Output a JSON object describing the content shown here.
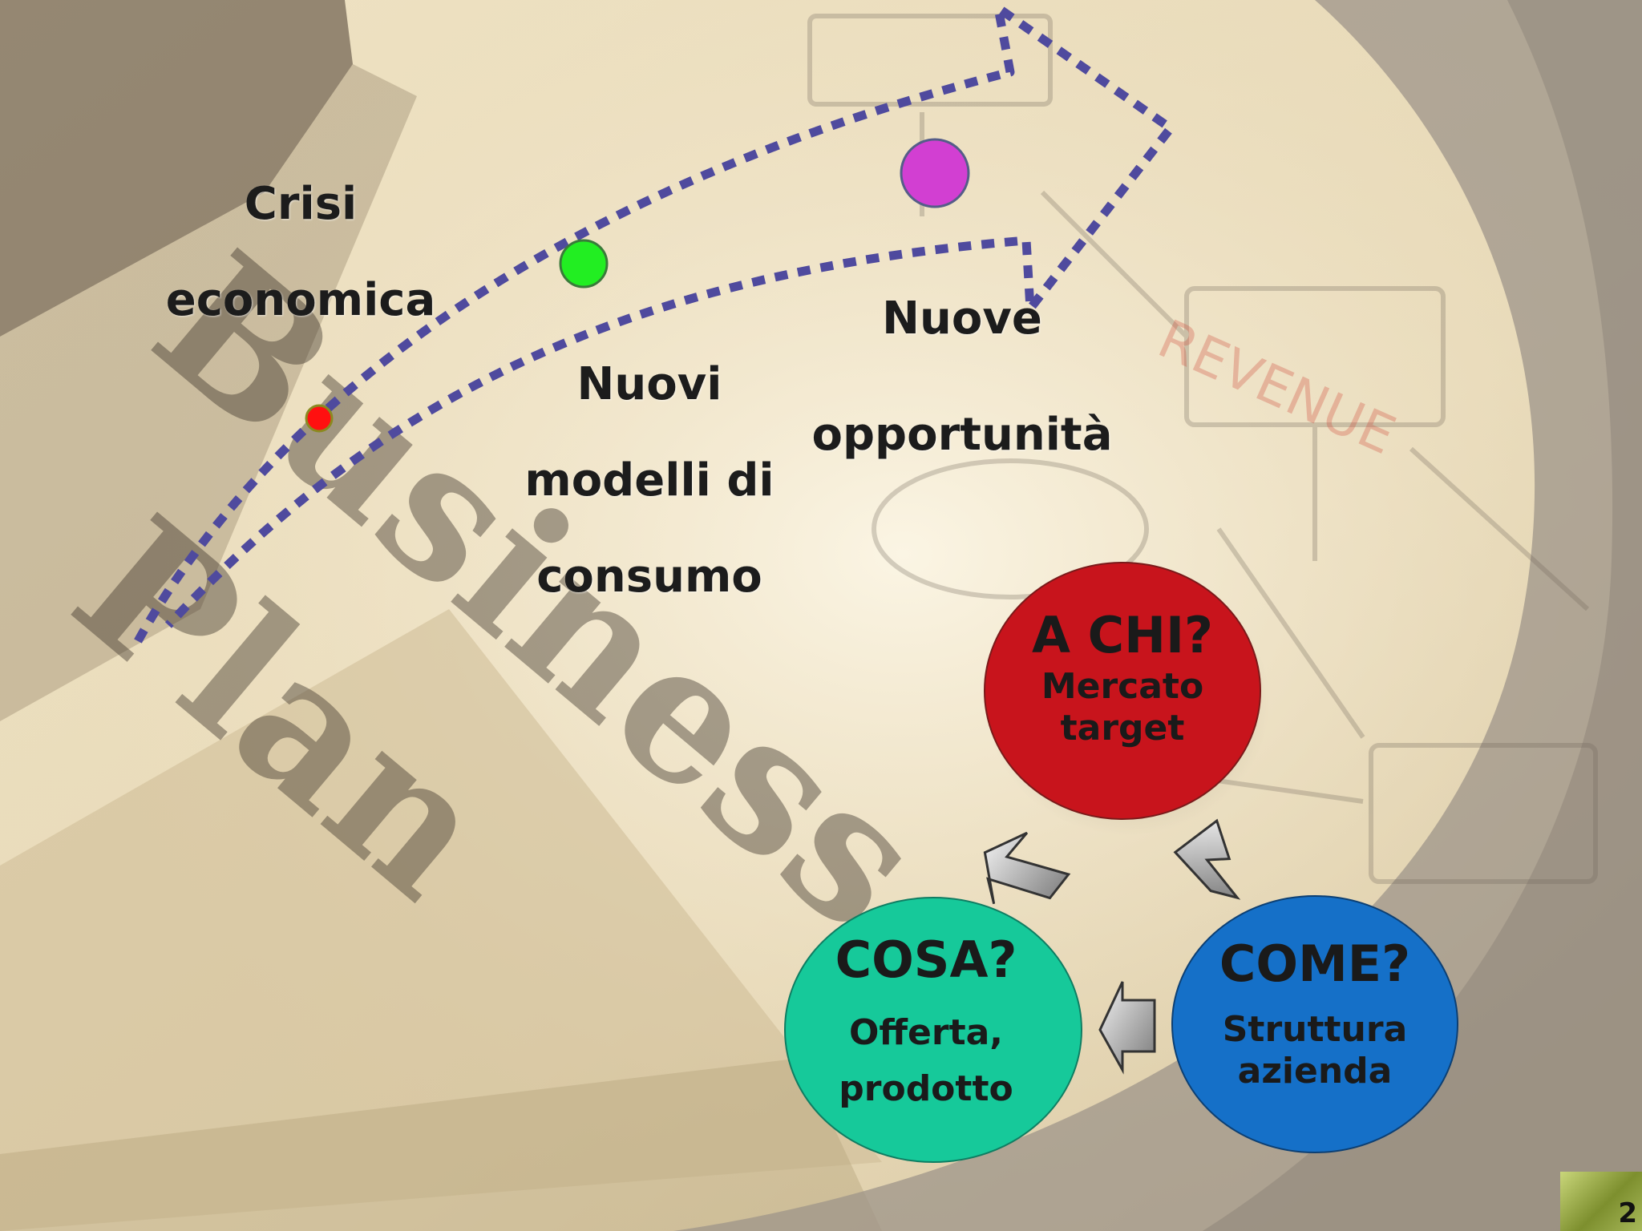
{
  "flow": {
    "crisi": [
      "Crisi",
      "economica"
    ],
    "nuovi": [
      "Nuovi",
      "modelli di",
      "consumo"
    ],
    "nuove": [
      "Nuove",
      "opportunità"
    ]
  },
  "cycle": {
    "achi": {
      "title": "A CHI?",
      "lines": [
        "Mercato",
        "target"
      ]
    },
    "cosa": {
      "title": "COSA?",
      "lines": [
        "Offerta,",
        "prodotto"
      ]
    },
    "come": {
      "title": "COME?",
      "lines": [
        "Struttura",
        "azienda"
      ]
    }
  },
  "background_text": {
    "word1": "Business",
    "word2": "Plan",
    "note": "REVENUE"
  },
  "page_number": "2",
  "colors": {
    "arrow_dots": "#4f4a9e",
    "dot_red": "#ff1010",
    "dot_green": "#22ee22",
    "dot_magenta": "#d23fd2",
    "circle_achi": "#c8141c",
    "circle_cosa": "#16c99a",
    "circle_come": "#1570c8"
  }
}
